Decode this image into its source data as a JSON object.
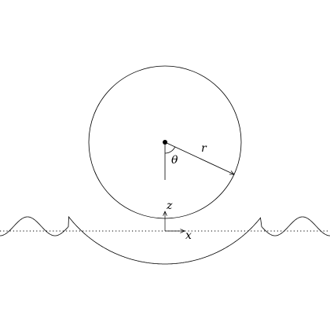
{
  "labels": {
    "radius": "r",
    "angle": "θ",
    "vertical_axis": "z",
    "horizontal_axis": "x"
  },
  "colors": {
    "stroke": "#000000",
    "background": "#ffffff"
  }
}
